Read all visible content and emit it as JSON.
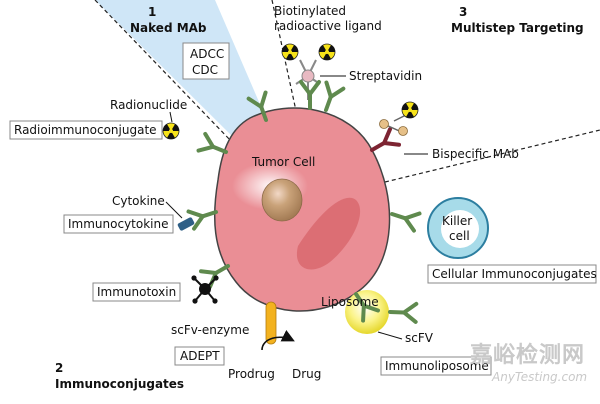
{
  "sections": {
    "naked": {
      "number": "1",
      "title": "Naked MAb"
    },
    "immunoconjugates": {
      "number": "2",
      "title": "Immunoconjugates"
    },
    "multistep": {
      "number": "3",
      "title": "Multistep Targeting"
    }
  },
  "cells": {
    "tumor": "Tumor Cell",
    "killer_line1": "Killer",
    "killer_line2": "cell"
  },
  "labels": {
    "adcc": "ADCC",
    "cdc": "CDC",
    "biotinylated_line1": "Biotinylated",
    "biotinylated_line2": "radioactive ligand",
    "streptavidin": "Streptavidin",
    "radionuclide": "Radionuclide",
    "radioimmunoconjugate": "Radioimmunoconjugate",
    "bispecific": "Bispecific MAb",
    "cytokine": "Cytokine",
    "immunocytokine": "Immunocytokine",
    "cellular_immunoconjugates": "Cellular Immunoconjugates",
    "immunotoxin": "Immunotoxin",
    "liposome": "Liposome",
    "scfv_enzyme": "scFv-enzyme",
    "adept": "ADEPT",
    "scfv": "scFV",
    "immunoliposome": "Immunoliposome",
    "prodrug": "Prodrug",
    "drug": "Drug"
  },
  "watermark": {
    "chinese": "嘉峪检测网",
    "english": "AnyTesting.com"
  },
  "colors": {
    "naked_region": "#cfe6f7",
    "tumor_cell": "#ea8e95",
    "tumor_nucleus": "#c9a279",
    "antibody": "#5f8a4e",
    "bispecific_antibody": "#7d2432",
    "radiation_yellow": "#f7e31a",
    "killer_cell": "#a7dbe9",
    "liposome": "#fbf48a",
    "scfv_enzyme": "#f3b21f",
    "cytokine": "#2f5f86"
  },
  "icons": [
    "radiation-icon",
    "antibody-icon",
    "toxin-icon",
    "streptavidin-icon",
    "bispecific-antibody-icon"
  ]
}
